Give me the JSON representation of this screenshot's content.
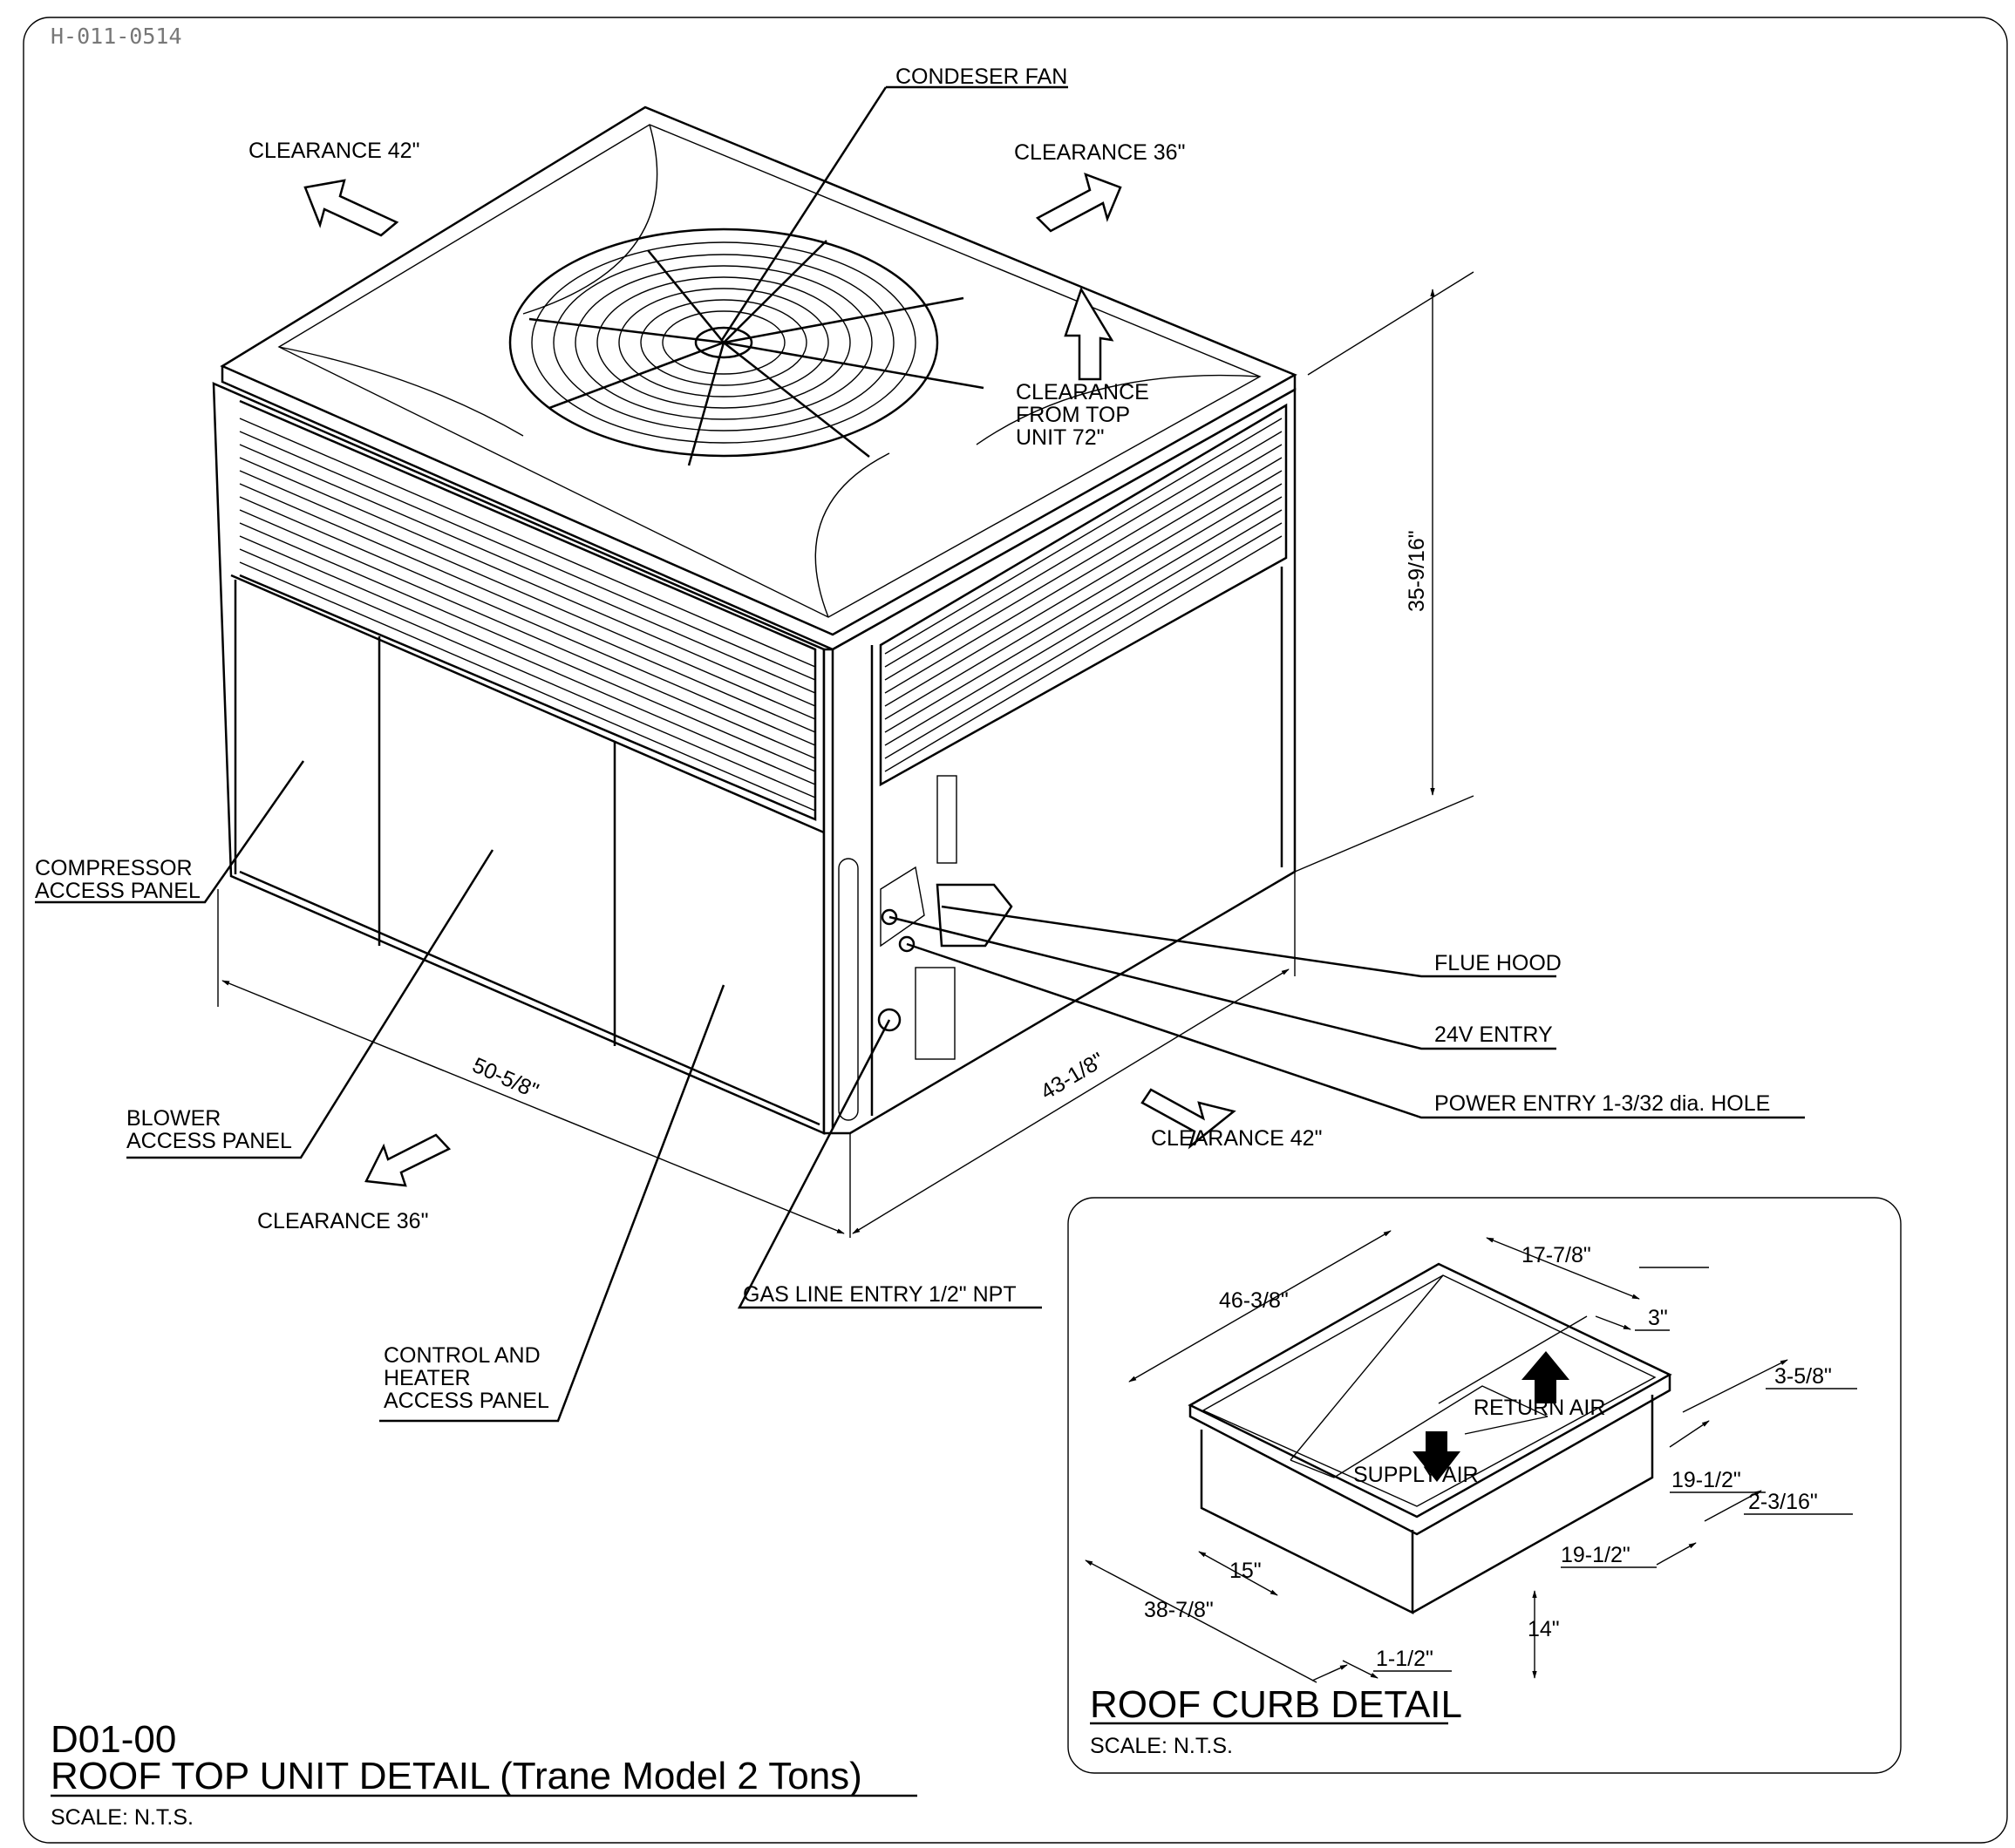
{
  "sheet_code": "H-011-0514",
  "drawing": {
    "number": "D01-00",
    "title": "ROOF TOP UNIT DETAIL (Trane Model 2 Tons)",
    "scale": "SCALE: N.T.S."
  },
  "callouts": {
    "condenser_fan": "CONDESER FAN",
    "clearance_top_left": "CLEARANCE 42\"",
    "clearance_top_right": "CLEARANCE 36\"",
    "clearance_top": [
      "CLEARANCE",
      "FROM TOP",
      "UNIT 72\""
    ],
    "compressor_panel": [
      "COMPRESSOR",
      "ACCESS PANEL"
    ],
    "blower_panel": [
      "BLOWER",
      "ACCESS PANEL"
    ],
    "control_panel": [
      "CONTROL AND",
      "HEATER",
      "ACCESS PANEL"
    ],
    "clearance_bottom_left": "CLEARANCE 36\"",
    "clearance_bottom_right": "CLEARANCE 42\"",
    "flue_hood": "FLUE HOOD",
    "entry_24v": "24V ENTRY",
    "power_entry": "POWER ENTRY 1-3/32 dia. HOLE",
    "gas_line": "GAS LINE ENTRY 1/2\" NPT"
  },
  "dimensions": {
    "height": "35-9/16\"",
    "width": "50-5/8\"",
    "depth": "43-1/8\""
  },
  "curb": {
    "title": "ROOF CURB DETAIL",
    "scale": "SCALE: N.T.S.",
    "supply": "SUPPLY AIR",
    "return": "RETURN AIR",
    "dims": {
      "d_46_3_8": "46-3/8\"",
      "d_17_7_8": "17-7/8\"",
      "d_3": "3\"",
      "d_3_5_8": "3-5/8\"",
      "d_19_1_2_a": "19-1/2\"",
      "d_2_3_16": "2-3/16\"",
      "d_19_1_2_b": "19-1/2\"",
      "d_15": "15\"",
      "d_38_7_8": "38-7/8\"",
      "d_1_1_2": "1-1/2\"",
      "d_14": "14\""
    }
  }
}
